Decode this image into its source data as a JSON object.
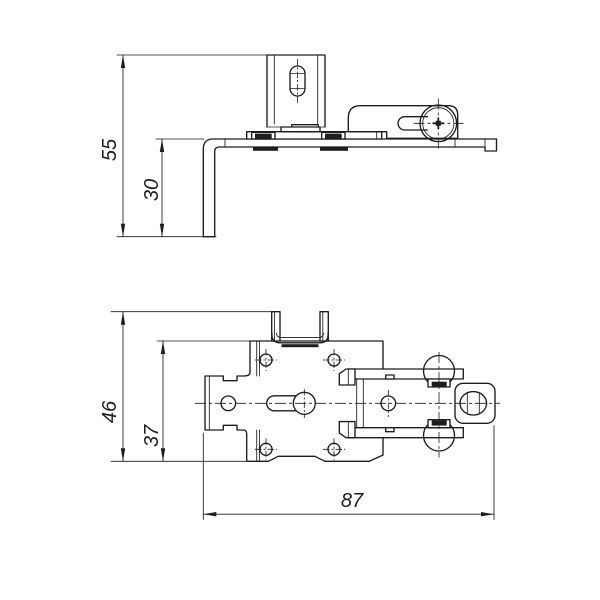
{
  "page": {
    "background": "#ffffff"
  },
  "drawing": {
    "kind": "technical-drawing-two-views",
    "line_color": "#1d1d1d",
    "dimensions": {
      "d55": {
        "label": "55",
        "orientation": "vertical",
        "view": "side-elevation"
      },
      "d30": {
        "label": "30",
        "orientation": "vertical",
        "view": "side-elevation"
      },
      "d46": {
        "label": "46",
        "orientation": "vertical",
        "view": "plan"
      },
      "d37": {
        "label": "37",
        "orientation": "vertical",
        "view": "plan"
      },
      "d87": {
        "label": "87",
        "orientation": "horizontal",
        "view": "plan"
      }
    }
  }
}
